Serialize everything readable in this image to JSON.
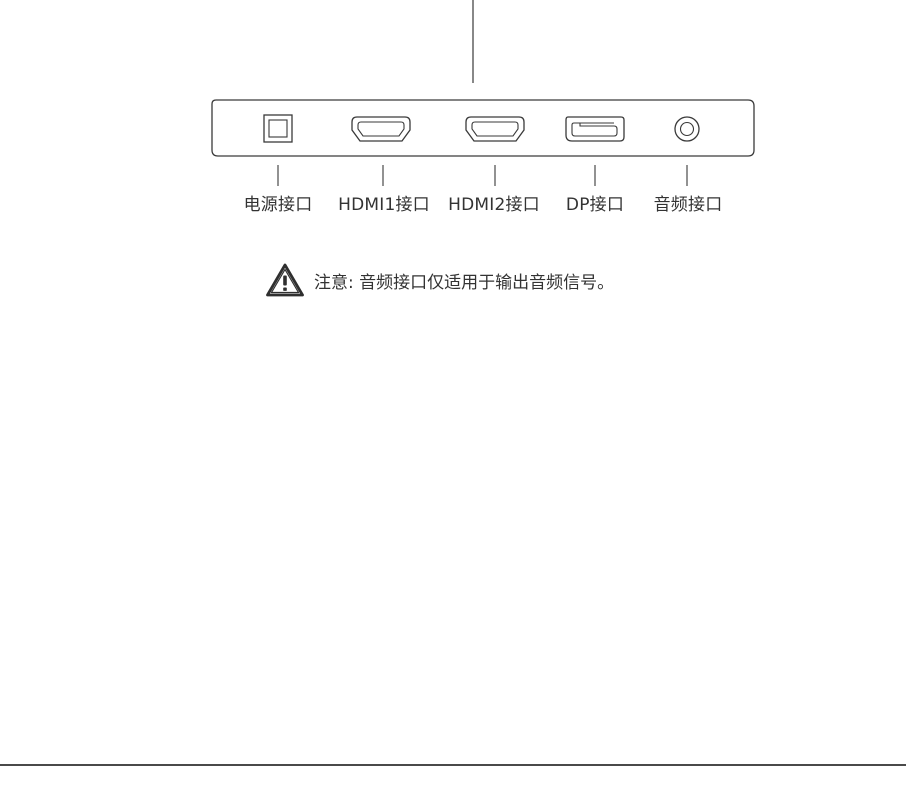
{
  "ports": [
    {
      "label": "电源接口",
      "icon": "dc-power-jack-icon"
    },
    {
      "label": "HDMI1接口",
      "icon": "hdmi-port-icon"
    },
    {
      "label": "HDMI2接口",
      "icon": "hdmi-port-icon"
    },
    {
      "label": "DP接口",
      "icon": "displayport-icon"
    },
    {
      "label": "音频接口",
      "icon": "audio-jack-icon"
    }
  ],
  "note": {
    "icon": "warning-triangle-icon",
    "text": "注意: 音频接口仅适用于输出音频信号。"
  },
  "colors": {
    "line": "#3a3a3a",
    "background": "#ffffff"
  }
}
